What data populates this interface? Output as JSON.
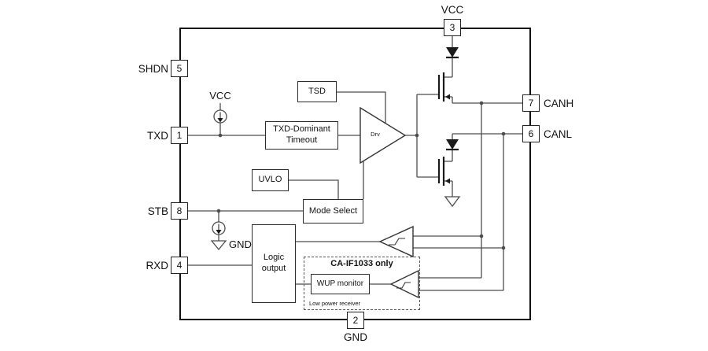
{
  "colors": {
    "background": "#ffffff",
    "wire": "#4d4d4d",
    "border": "#1a1a1a"
  },
  "pins": {
    "shdn": {
      "label": "SHDN",
      "number": "5"
    },
    "txd": {
      "label": "TXD",
      "number": "1"
    },
    "stb": {
      "label": "STB",
      "number": "8"
    },
    "rxd": {
      "label": "RXD",
      "number": "4"
    },
    "vcc": {
      "label": "VCC",
      "number": "3"
    },
    "canh": {
      "label": "CANH",
      "number": "7"
    },
    "canl": {
      "label": "CANL",
      "number": "6"
    },
    "gnd": {
      "label": "GND",
      "number": "2"
    }
  },
  "blocks": {
    "tsd": "TSD",
    "txd_dominant_timeout": "TXD-Dominant Timeout",
    "uvlo": "UVLO",
    "mode_select": "Mode Select",
    "logic_output": "Logic output",
    "driver": "Drv",
    "wup_monitor": "WUP monitor"
  },
  "annotations": {
    "variant_box_title": "CA-IF1033 only",
    "low_power_receiver": "Low power receiver",
    "vcc_internal": "VCC",
    "gnd_internal": "GND"
  }
}
